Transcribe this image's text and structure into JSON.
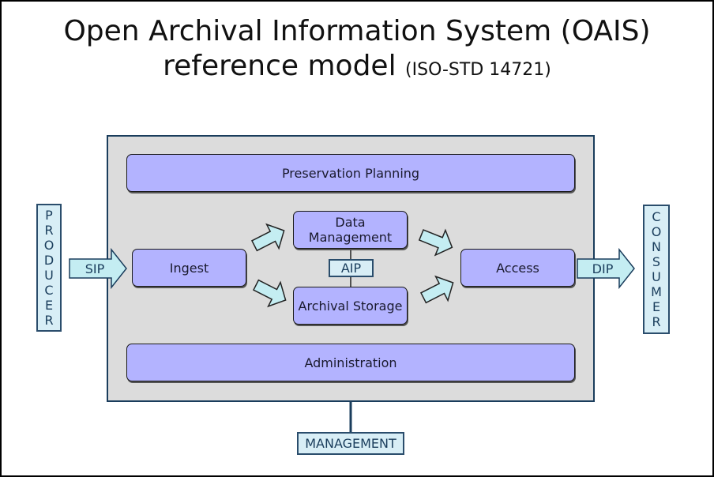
{
  "title": {
    "main_line1": "Open Archival Information System (OAIS)",
    "main_line2": "reference model",
    "subtitle": "(ISO-STD 14721)"
  },
  "actors": {
    "producer": "PRODUCER",
    "consumer": "CONSUMER",
    "management": "MANAGEMENT"
  },
  "functions": {
    "preservation_planning": "Preservation Planning",
    "ingest": "Ingest",
    "data_management_line1": "Data",
    "data_management_line2": "Management",
    "archival_storage": "Archival Storage",
    "access": "Access",
    "administration": "Administration"
  },
  "packages": {
    "sip": "SIP",
    "aip": "AIP",
    "dip": "DIP"
  },
  "colors": {
    "function_fill": "#b3b3ff",
    "system_fill": "#dcdcdc",
    "package_fill": "#d8eef6",
    "border_dark": "#1a3d5c"
  }
}
